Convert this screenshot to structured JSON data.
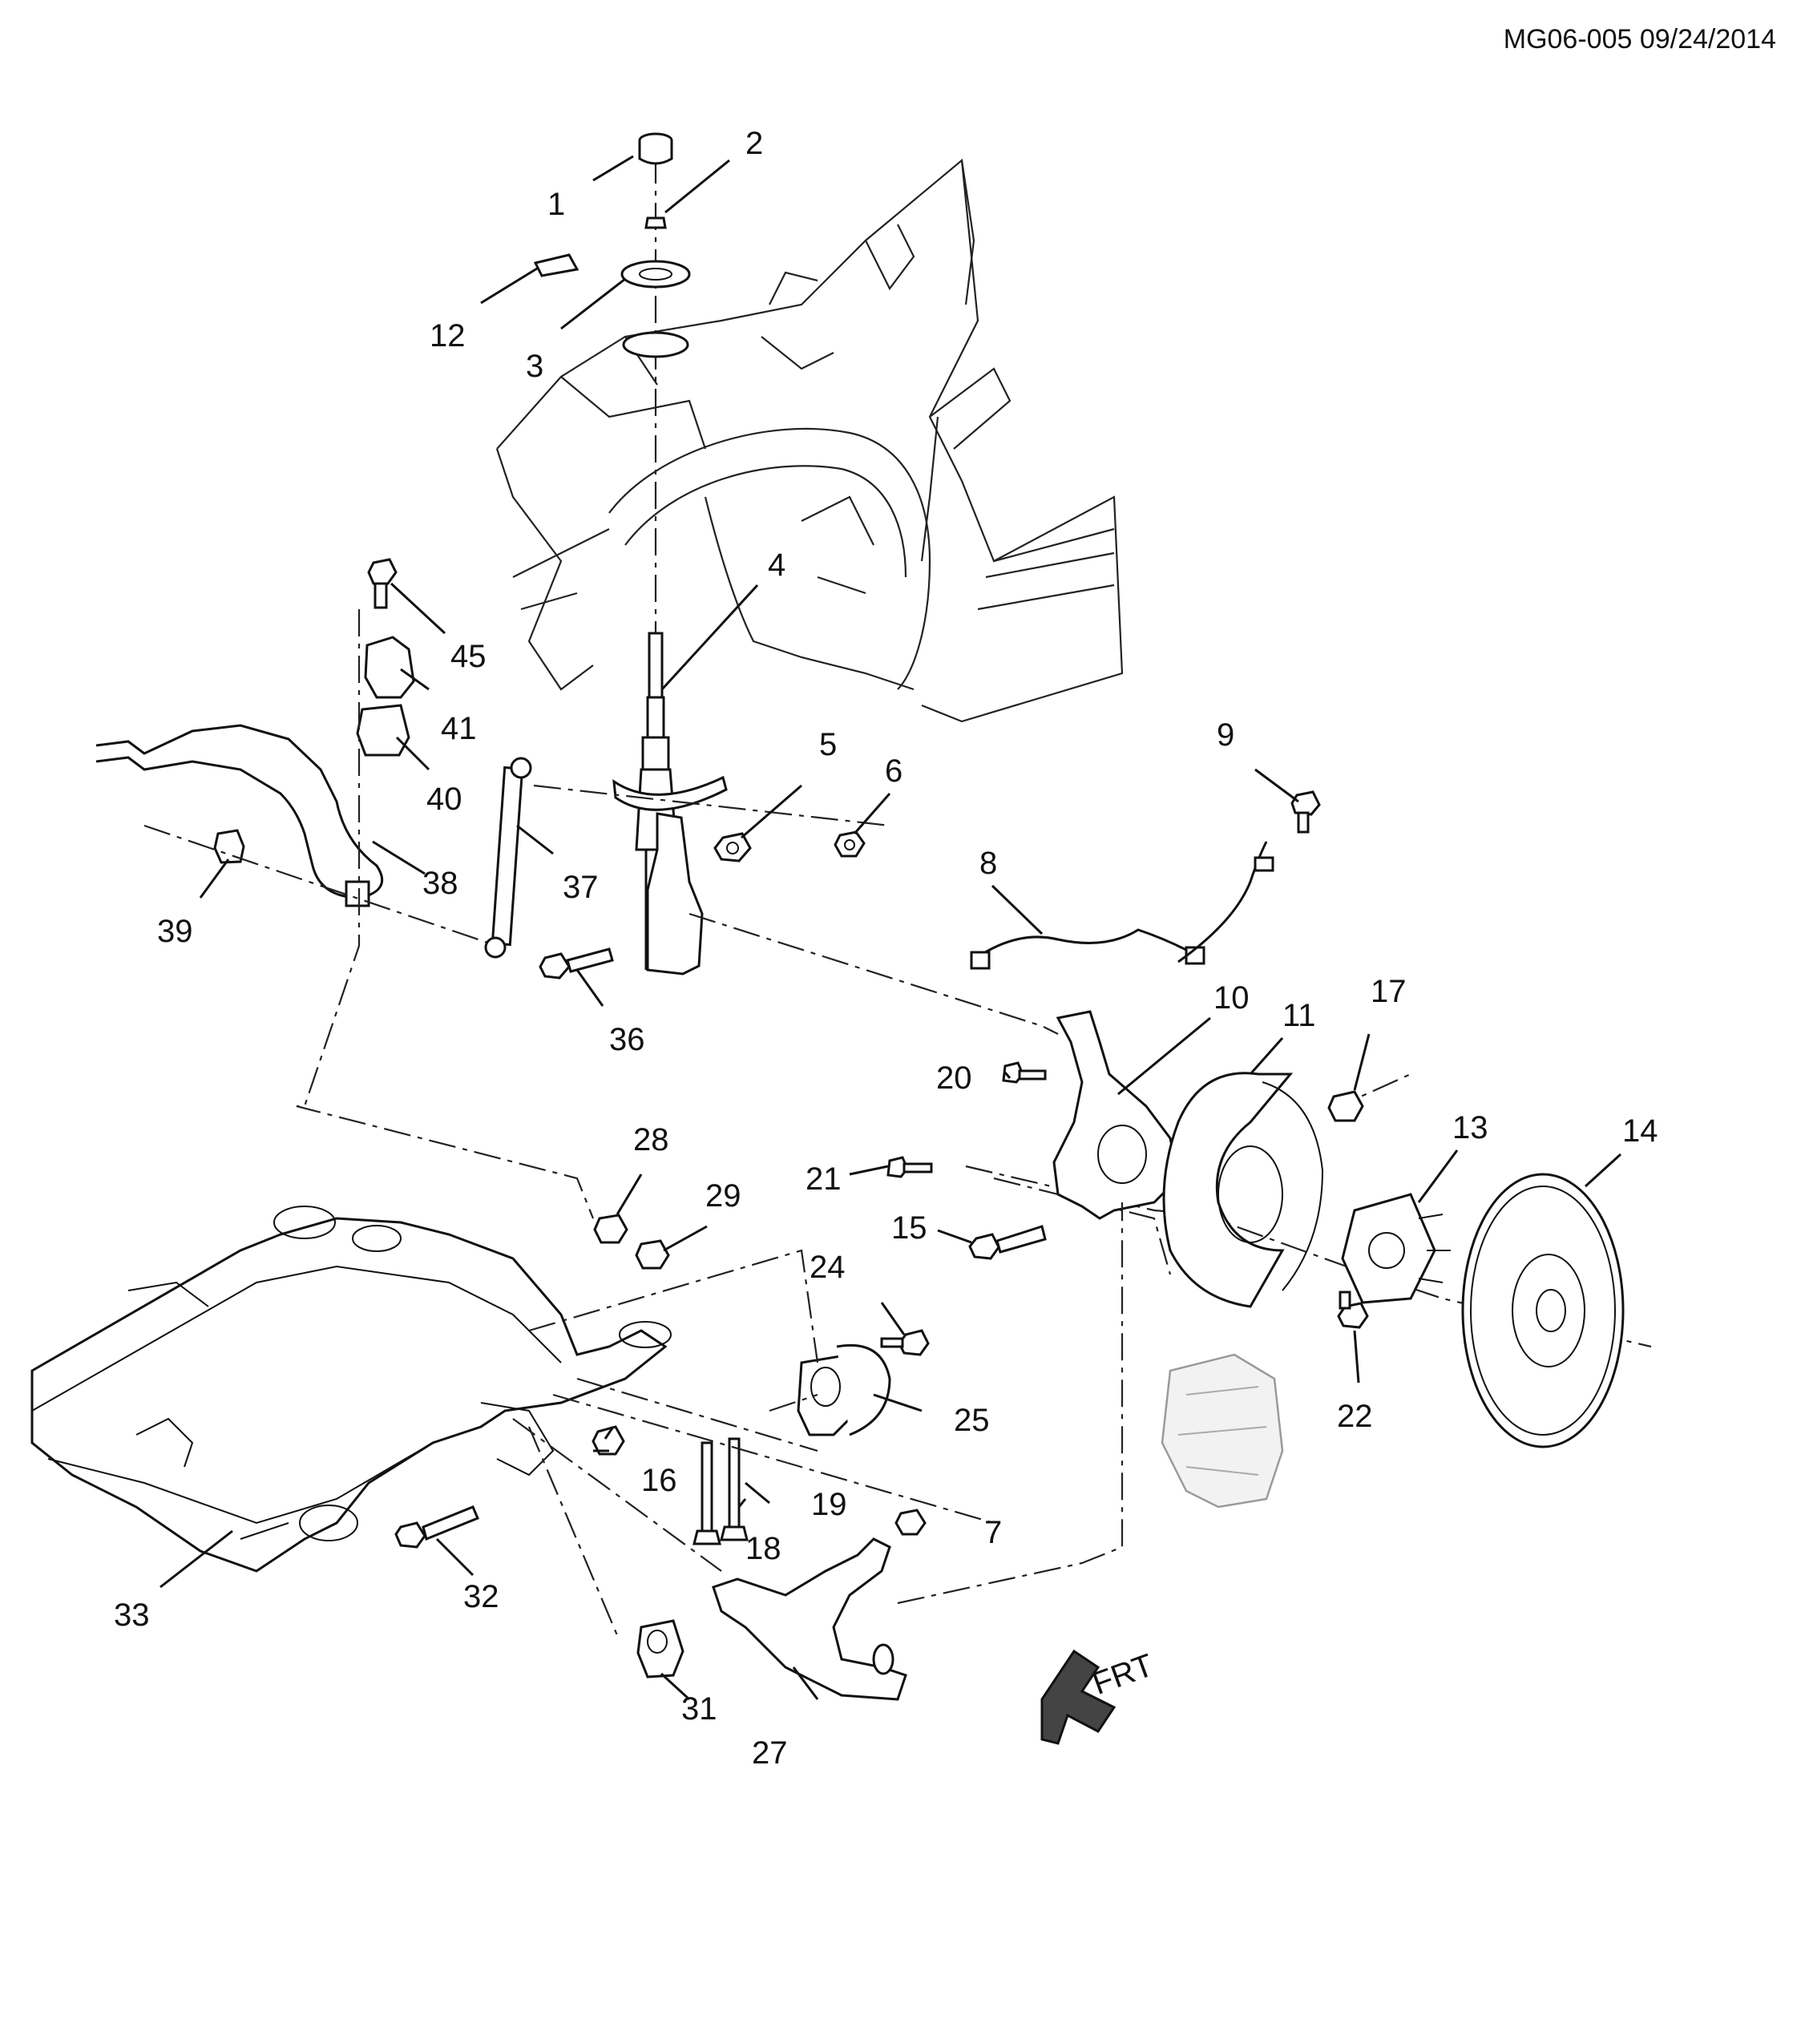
{
  "diagram": {
    "header_code": "MG06-005 09/24/2014",
    "front_indicator": "FRT",
    "callouts": [
      {
        "id": "1",
        "text": "1"
      },
      {
        "id": "2",
        "text": "2"
      },
      {
        "id": "3",
        "text": "3"
      },
      {
        "id": "4",
        "text": "4"
      },
      {
        "id": "5",
        "text": "5"
      },
      {
        "id": "6",
        "text": "6"
      },
      {
        "id": "7",
        "text": "7"
      },
      {
        "id": "8",
        "text": "8"
      },
      {
        "id": "9",
        "text": "9"
      },
      {
        "id": "10",
        "text": "10"
      },
      {
        "id": "11",
        "text": "11"
      },
      {
        "id": "12",
        "text": "12"
      },
      {
        "id": "13",
        "text": "13"
      },
      {
        "id": "14",
        "text": "14"
      },
      {
        "id": "15",
        "text": "15"
      },
      {
        "id": "16",
        "text": "16"
      },
      {
        "id": "17",
        "text": "17"
      },
      {
        "id": "18",
        "text": "18"
      },
      {
        "id": "19",
        "text": "19"
      },
      {
        "id": "20",
        "text": "20"
      },
      {
        "id": "21",
        "text": "21"
      },
      {
        "id": "22",
        "text": "22"
      },
      {
        "id": "24",
        "text": "24"
      },
      {
        "id": "25",
        "text": "25"
      },
      {
        "id": "27",
        "text": "27"
      },
      {
        "id": "28",
        "text": "28"
      },
      {
        "id": "29",
        "text": "29"
      },
      {
        "id": "31",
        "text": "31"
      },
      {
        "id": "32",
        "text": "32"
      },
      {
        "id": "33",
        "text": "33"
      },
      {
        "id": "36",
        "text": "36"
      },
      {
        "id": "37",
        "text": "37"
      },
      {
        "id": "38",
        "text": "38"
      },
      {
        "id": "39",
        "text": "39"
      },
      {
        "id": "40",
        "text": "40"
      },
      {
        "id": "41",
        "text": "41"
      },
      {
        "id": "45",
        "text": "45"
      }
    ]
  }
}
